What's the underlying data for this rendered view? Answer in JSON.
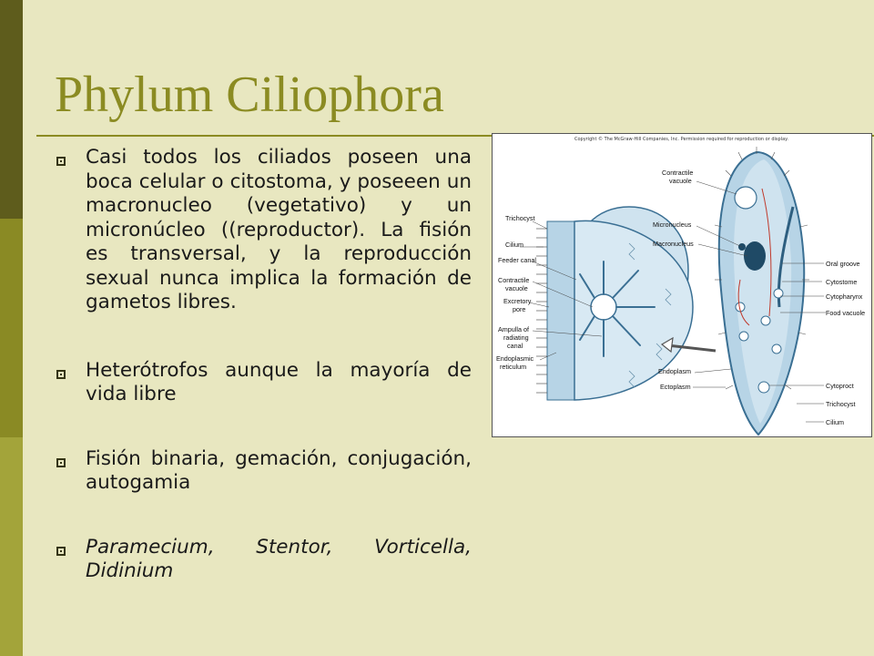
{
  "slide": {
    "title": "Phylum Ciliophora",
    "bullets": [
      {
        "text": "Casi todos los ciliados poseen una boca celular o citostoma, y poseeen un macronucleo (vegetativo) y un micronúcleo ((reproductor). La fisión es transversal, y la reproducción sexual nunca implica la formación de gametos libres.",
        "italic": false
      },
      {
        "text": "Heterótrofos aunque la mayoría de vida libre",
        "italic": false
      },
      {
        "text": "Fisión binaria, gemación, conjugación, autogamia",
        "italic": false
      },
      {
        "text": "Paramecium, Stentor, Vorticella, Didinium",
        "italic": true
      }
    ]
  },
  "figure": {
    "copyright": "Copyright © The McGraw-Hill Companies, Inc. Permission required for reproduction or display.",
    "left_labels": [
      "Trichocyst",
      "Cilium",
      "Feeder canal",
      "Contractile",
      "vacuole",
      "Excretory",
      "pore",
      "Ampulla of",
      "radiating",
      "canal",
      "Endoplasmic",
      "reticulum"
    ],
    "middle_labels": [
      "Contractile",
      "vacuole",
      "Micronucleus",
      "Macronucleus",
      "Endoplasm",
      "Ectoplasm"
    ],
    "right_labels": [
      "Oral groove",
      "Cytostome",
      "Cytopharynx",
      "Food vacuole",
      "Cytoproct",
      "Trichocyst",
      "Cilium"
    ]
  },
  "colors": {
    "background": "#e8e7c0",
    "title": "#8b8b22",
    "body_text": "#1a1a1a",
    "cell_body": "#b7d4e6",
    "cell_outline": "#3a6f93"
  }
}
